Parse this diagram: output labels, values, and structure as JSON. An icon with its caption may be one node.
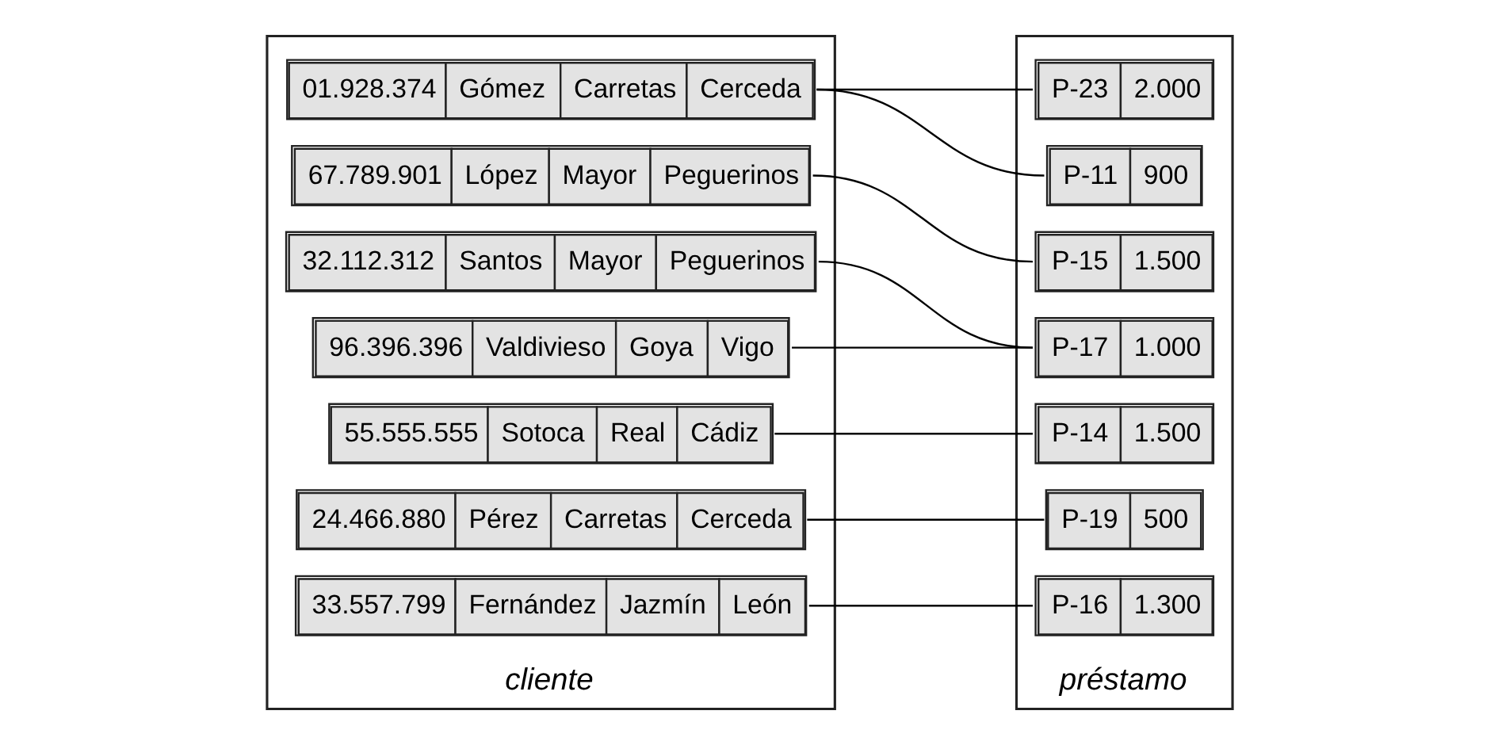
{
  "diagram": {
    "nodes": [
      {
        "text": [
          "cliente"
        ]
      },
      {
        "text": [
          "32.112.312",
          "Santos",
          "Mayor",
          "Peguerinos"
        ],
        "in": 0
      },
      {
        "text": [
          "01.928.374",
          "Gómez",
          "Carretas",
          "Cerceda"
        ],
        "in": 0
      },
      {
        "text": [
          "67.789.901",
          "López",
          "Mayor",
          "Peguerinos"
        ],
        "in": 0
      },
      {
        "text": [
          "55.555.555",
          "Sotoca",
          "Real",
          "Cádiz"
        ],
        "in": 0
      },
      {
        "text": [
          "24.466.880",
          "Pérez",
          "Carretas",
          "Cerceda"
        ],
        "in": 0
      },
      {
        "text": [
          "96.396.396",
          "Valdivieso",
          "Goya",
          "Vigo"
        ],
        "in": 0
      },
      {
        "text": [
          "33.557.799",
          "Fernández",
          "Jazmín",
          "León"
        ],
        "in": 0
      },
      {
        "text": [
          "préstamo"
        ]
      },
      {
        "text": [
          "P-17",
          "1.000"
        ],
        "in": 8
      },
      {
        "text": [
          "P-23",
          "2.000"
        ],
        "in": 8
      },
      {
        "text": [
          "P-15",
          "1.500"
        ],
        "in": 8
      },
      {
        "text": [
          "P-14",
          "1.500"
        ],
        "in": 8
      },
      {
        "text": [
          "P-19",
          "500"
        ],
        "in": 8
      },
      {
        "text": [
          "P-11",
          "900"
        ],
        "in": 8
      },
      {
        "text": [
          "P-16",
          "1.300"
        ],
        "in": 8
      }
    ],
    "edges": [
      {
        "from": 1,
        "to": 9,
        "arrow": "none"
      },
      {
        "from": 2,
        "to": 10,
        "arrow": "none"
      },
      {
        "from": 2,
        "to": 14,
        "arrow": "none"
      },
      {
        "from": 3,
        "to": 11,
        "arrow": "none"
      },
      {
        "from": 4,
        "to": 12,
        "arrow": "none"
      },
      {
        "from": 5,
        "to": 13,
        "arrow": "none"
      },
      {
        "from": 6,
        "to": 9,
        "arrow": "none"
      },
      {
        "from": 7,
        "to": 15,
        "arrow": "none"
      }
    ]
  }
}
